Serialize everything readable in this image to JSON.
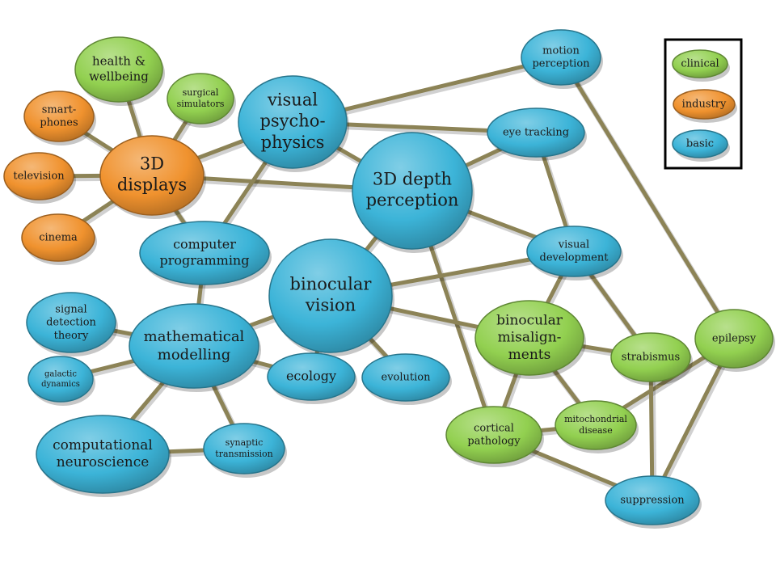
{
  "colors": {
    "clinical": "#92d050",
    "industry": "#f0922e",
    "basic": "#3cb4d8",
    "edge": "#8c8356"
  },
  "legend": {
    "items": [
      {
        "category": "clinical",
        "label": "clinical"
      },
      {
        "category": "industry",
        "label": "industry"
      },
      {
        "category": "basic",
        "label": "basic"
      }
    ]
  },
  "nodes": [
    {
      "id": "health",
      "category": "clinical",
      "lines": [
        "health &",
        "wellbeing"
      ]
    },
    {
      "id": "surgical",
      "category": "clinical",
      "lines": [
        "surgical",
        "simulators"
      ]
    },
    {
      "id": "smartphones",
      "category": "industry",
      "lines": [
        "smart-",
        "phones"
      ]
    },
    {
      "id": "television",
      "category": "industry",
      "lines": [
        "television"
      ]
    },
    {
      "id": "cinema",
      "category": "industry",
      "lines": [
        "cinema"
      ]
    },
    {
      "id": "displays3d",
      "category": "industry",
      "lines": [
        "3D",
        "displays"
      ]
    },
    {
      "id": "visualpsycho",
      "category": "basic",
      "lines": [
        "visual",
        "psycho-",
        "physics"
      ]
    },
    {
      "id": "motion",
      "category": "basic",
      "lines": [
        "motion",
        "perception"
      ]
    },
    {
      "id": "eyetracking",
      "category": "basic",
      "lines": [
        "eye tracking"
      ]
    },
    {
      "id": "depth3d",
      "category": "basic",
      "lines": [
        "3D depth",
        "perception"
      ]
    },
    {
      "id": "computerprog",
      "category": "basic",
      "lines": [
        "computer",
        "programming"
      ]
    },
    {
      "id": "binocular",
      "category": "basic",
      "lines": [
        "binocular",
        "vision"
      ]
    },
    {
      "id": "visualdev",
      "category": "basic",
      "lines": [
        "visual",
        "development"
      ]
    },
    {
      "id": "signal",
      "category": "basic",
      "lines": [
        "signal",
        "detection",
        "theory"
      ]
    },
    {
      "id": "mathmod",
      "category": "basic",
      "lines": [
        "mathematical",
        "modelling"
      ]
    },
    {
      "id": "galactic",
      "category": "basic",
      "lines": [
        "galactic",
        "dynamics"
      ]
    },
    {
      "id": "ecology",
      "category": "basic",
      "lines": [
        "ecology"
      ]
    },
    {
      "id": "evolution",
      "category": "basic",
      "lines": [
        "evolution"
      ]
    },
    {
      "id": "binocmis",
      "category": "clinical",
      "lines": [
        "binocular",
        "misalign-",
        "ments"
      ]
    },
    {
      "id": "strabismus",
      "category": "clinical",
      "lines": [
        "strabismus"
      ]
    },
    {
      "id": "epilepsy",
      "category": "clinical",
      "lines": [
        "epilepsy"
      ]
    },
    {
      "id": "compneuro",
      "category": "basic",
      "lines": [
        "computational",
        "neuroscience"
      ]
    },
    {
      "id": "synaptic",
      "category": "basic",
      "lines": [
        "synaptic",
        "transmission"
      ]
    },
    {
      "id": "cortical",
      "category": "clinical",
      "lines": [
        "cortical",
        "pathology"
      ]
    },
    {
      "id": "mito",
      "category": "clinical",
      "lines": [
        "mitochondrial",
        "disease"
      ]
    },
    {
      "id": "suppression",
      "category": "basic",
      "lines": [
        "suppression"
      ]
    }
  ],
  "edges": [
    [
      "displays3d",
      "health"
    ],
    [
      "displays3d",
      "surgical"
    ],
    [
      "displays3d",
      "smartphones"
    ],
    [
      "displays3d",
      "television"
    ],
    [
      "displays3d",
      "cinema"
    ],
    [
      "displays3d",
      "visualpsycho"
    ],
    [
      "displays3d",
      "depth3d"
    ],
    [
      "displays3d",
      "computerprog"
    ],
    [
      "visualpsycho",
      "motion"
    ],
    [
      "visualpsycho",
      "eyetracking"
    ],
    [
      "visualpsycho",
      "depth3d"
    ],
    [
      "visualpsycho",
      "computerprog"
    ],
    [
      "motion",
      "epilepsy"
    ],
    [
      "eyetracking",
      "depth3d"
    ],
    [
      "eyetracking",
      "visualdev"
    ],
    [
      "depth3d",
      "binocular"
    ],
    [
      "depth3d",
      "visualdev"
    ],
    [
      "depth3d",
      "cortical"
    ],
    [
      "binocular",
      "visualdev"
    ],
    [
      "binocular",
      "binocmis"
    ],
    [
      "binocular",
      "mathmod"
    ],
    [
      "binocular",
      "ecology"
    ],
    [
      "binocular",
      "evolution"
    ],
    [
      "computerprog",
      "mathmod"
    ],
    [
      "mathmod",
      "signal"
    ],
    [
      "mathmod",
      "galactic"
    ],
    [
      "mathmod",
      "ecology"
    ],
    [
      "mathmod",
      "compneuro"
    ],
    [
      "mathmod",
      "synaptic"
    ],
    [
      "compneuro",
      "synaptic"
    ],
    [
      "visualdev",
      "binocmis"
    ],
    [
      "visualdev",
      "strabismus"
    ],
    [
      "binocmis",
      "strabismus"
    ],
    [
      "binocmis",
      "cortical"
    ],
    [
      "binocmis",
      "mito"
    ],
    [
      "cortical",
      "mito"
    ],
    [
      "cortical",
      "suppression"
    ],
    [
      "mito",
      "epilepsy"
    ],
    [
      "strabismus",
      "suppression"
    ],
    [
      "epilepsy",
      "suppression"
    ]
  ]
}
